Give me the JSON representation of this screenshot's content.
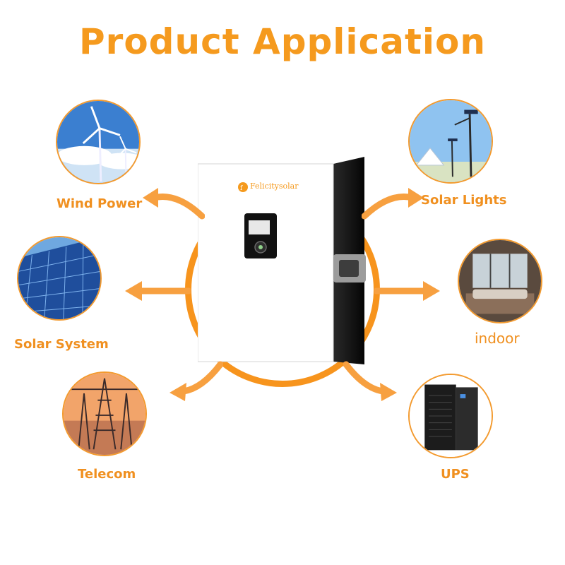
{
  "title": "Product Application",
  "applications": {
    "wind": "Wind Power",
    "solar_system": "Solar System",
    "telecom": "Telecom",
    "solar_lights": "Solar Lights",
    "indoor": "indoor",
    "ups": "UPS"
  },
  "device": {
    "brand": "Felicitysolar"
  },
  "colors": {
    "accent": "#f59a1e",
    "ring": "#f7941d"
  }
}
